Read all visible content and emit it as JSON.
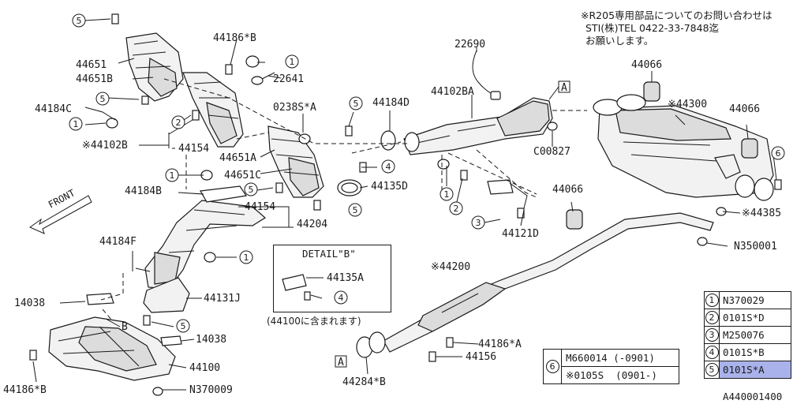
{
  "note": {
    "line1": "※R205専用部品についてのお問い合わせは",
    "line2": "STI(株)TEL 0422-33-7848迄",
    "line3": "お願いします。"
  },
  "labels": {
    "p44186B_top": "44186*B",
    "p44651": "44651",
    "p44651B": "44651B",
    "p22641": "22641",
    "p44184C": "44184C",
    "p44102B": "※44102B",
    "p44154_top": "44154",
    "p0238SA": "0238S*A",
    "p44184D": "44184D",
    "p44102BA": "44102BA",
    "p22690": "22690",
    "p44651A": "44651A",
    "p44651C": "44651C",
    "p44135D": "44135D",
    "pC00827": "C00827",
    "p44066_top": "44066",
    "p44300": "※44300",
    "p44066_right": "44066",
    "p44066_mid": "44066",
    "p44385": "※44385",
    "pN350001": "N350001",
    "p44184B": "44184B",
    "p44154_mid": "44154",
    "p44204": "44204",
    "p44121D": "44121D",
    "front": "FRONT",
    "p44184F": "44184F",
    "p44131J": "44131J",
    "p14038_left": "14038",
    "p14038_right": "14038",
    "pB_ref": "B",
    "p44100": "44100",
    "p44186B_bottom": "44186*B",
    "pN370009": "N370009",
    "p44200": "※44200",
    "p44186A": "44186*A",
    "p44156": "44156",
    "p44284B": "44284*B",
    "ref_A": "A"
  },
  "detail": {
    "title": "DETAIL\"B\"",
    "part_44135A": "44135A",
    "footer": "(44100に含まれます)"
  },
  "callouts": [
    "1",
    "2",
    "3",
    "4",
    "5",
    "6"
  ],
  "legend": [
    {
      "num": "1",
      "code": "N370029"
    },
    {
      "num": "2",
      "code": "0101S*D"
    },
    {
      "num": "3",
      "code": "M250076"
    },
    {
      "num": "4",
      "code": "0101S*B"
    },
    {
      "num": "5",
      "code": "0101S*A",
      "highlighted": true
    }
  ],
  "option6": {
    "num": "6",
    "rows": [
      {
        "code": "M660014",
        "range": "(-0901)"
      },
      {
        "code": "※0105S",
        "range": "(0901-)"
      }
    ]
  },
  "image_id": "A440001400",
  "colors": {
    "ink": "#1a1a1a",
    "highlight": "#a9b2ea",
    "part_fill": "#f2f2f2",
    "part_fill_dark": "#dcdcdc"
  }
}
